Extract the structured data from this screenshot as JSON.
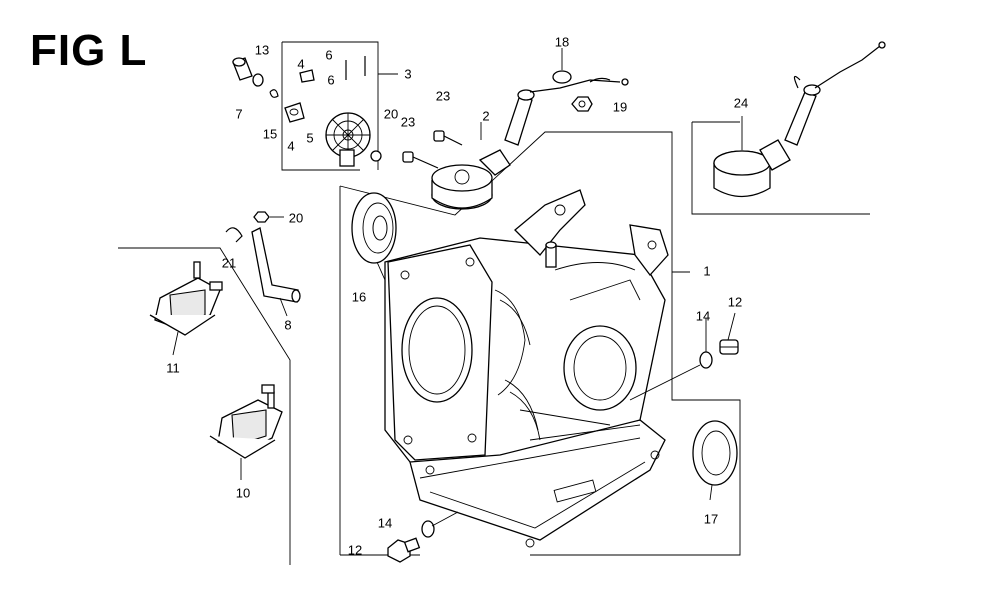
{
  "figure": {
    "title": "FIG L"
  },
  "callouts": {
    "c1": "1",
    "c2": "2",
    "c3": "3",
    "c4a": "4",
    "c4b": "4",
    "c5": "5",
    "c6a": "6",
    "c6b": "6",
    "c7": "7",
    "c8": "8",
    "c10": "10",
    "c11": "11",
    "c12a": "12",
    "c12b": "12",
    "c13": "13",
    "c14a": "14",
    "c14b": "14",
    "c15": "15",
    "c16": "16",
    "c17": "17",
    "c18": "18",
    "c19": "19",
    "c20a": "20",
    "c20b": "20",
    "c21": "21",
    "c23a": "23",
    "c23b": "23",
    "c24": "24"
  },
  "colors": {
    "ink": "#000000",
    "paper": "#ffffff"
  }
}
